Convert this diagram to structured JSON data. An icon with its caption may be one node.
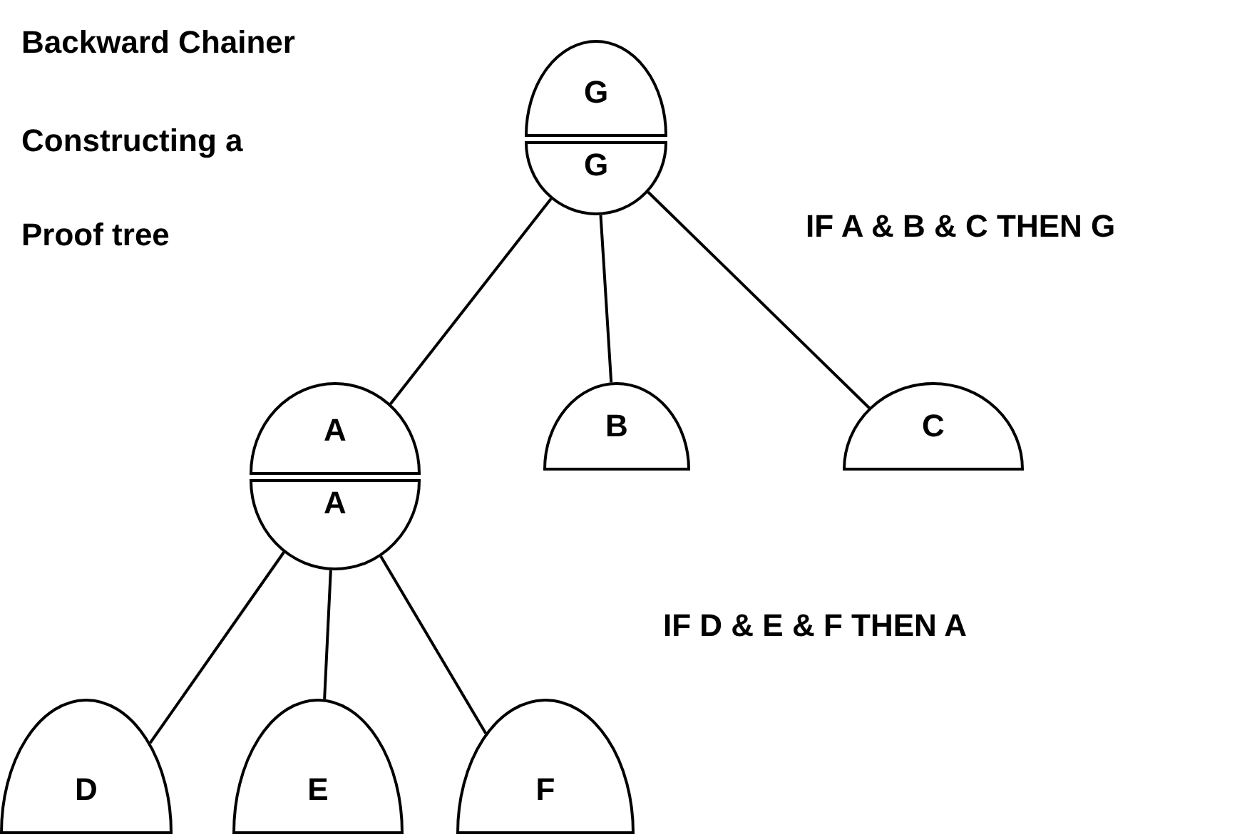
{
  "diagram": {
    "title": "Backward Chainer",
    "nodes": [
      {
        "text": [
          "G"
        ]
      },
      {
        "text": [
          "G"
        ]
      },
      {
        "text": [
          "A"
        ]
      },
      {
        "text": [
          "A"
        ]
      },
      {
        "text": [
          "B"
        ]
      },
      {
        "text": [
          "C"
        ]
      },
      {
        "text": [
          "D"
        ]
      },
      {
        "text": [
          "E"
        ]
      },
      {
        "text": [
          "F"
        ]
      }
    ],
    "edges": [
      {
        "from": 1,
        "to": 2,
        "arrow": "none"
      },
      {
        "from": 1,
        "to": 4,
        "arrow": "none"
      },
      {
        "from": 1,
        "to": 5,
        "arrow": "none"
      },
      {
        "from": 3,
        "to": 6,
        "arrow": "none"
      },
      {
        "from": 3,
        "to": 7,
        "arrow": "none"
      },
      {
        "from": 3,
        "to": 8,
        "arrow": "none"
      }
    ],
    "labels": [
      "Constructing a Proof tree",
      "IF A & B & C THEN G",
      "IF D & E & F THEN A"
    ]
  }
}
